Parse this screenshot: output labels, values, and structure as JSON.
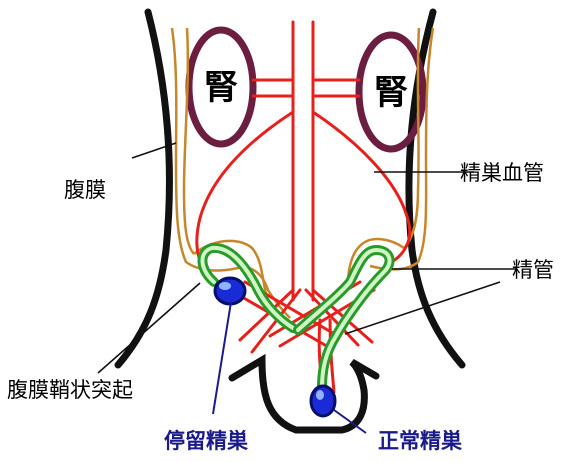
{
  "labels": {
    "kidney_left": "腎",
    "kidney_right": "腎",
    "peritoneum": "腹膜",
    "processus_vaginalis": "腹膜鞘状突起",
    "undescended_testis": "停留精巣",
    "spermatic_vessels": "精巣血管",
    "vas_deferens": "精管",
    "normal_testis": "正常精巣"
  },
  "colors": {
    "body_wall": "#111111",
    "kidney_outline": "#6b1e3f",
    "blood_vessel": "#e8201c",
    "peritoneum": "#c8862a",
    "vas_deferens_outer": "#2a9a2a",
    "vas_deferens_inner": "#cff5c5",
    "testis_fill": "#1a2ad6",
    "testis_outline": "#05106a",
    "testis_highlight": "#8fb4ff",
    "testis_label": "#1a1a8c"
  }
}
